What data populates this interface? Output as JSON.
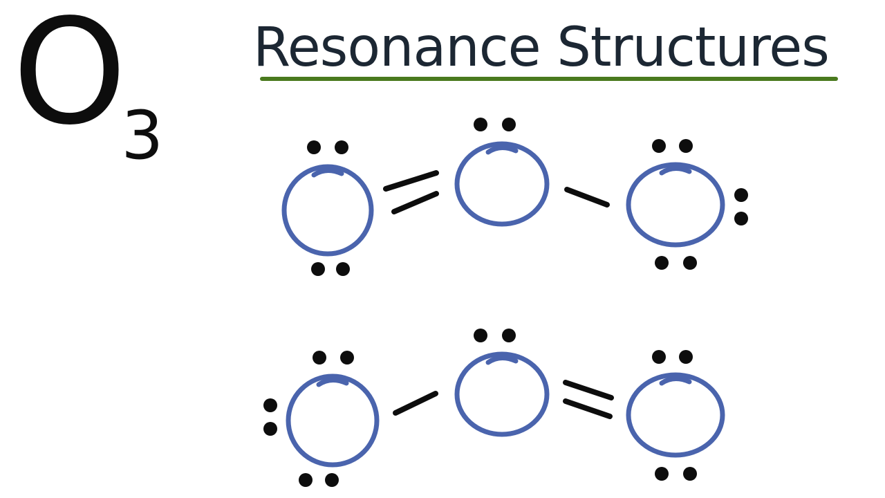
{
  "formula": {
    "symbol": "O",
    "subscript": "3"
  },
  "title": "Resonance Structures",
  "colors": {
    "atom_outline": "#4a64ad",
    "ink": "#0d0d0d",
    "title_text": "#1c2733",
    "underline": "#4a7a1e"
  },
  "structures": [
    {
      "atoms": [
        {
          "symbol": "O",
          "lone_pairs": 2
        },
        {
          "symbol": "O",
          "lone_pairs": 1
        },
        {
          "symbol": "O",
          "lone_pairs": 3
        }
      ],
      "bonds": [
        {
          "from": 0,
          "to": 1,
          "order": 2
        },
        {
          "from": 1,
          "to": 2,
          "order": 1
        }
      ]
    },
    {
      "atoms": [
        {
          "symbol": "O",
          "lone_pairs": 3
        },
        {
          "symbol": "O",
          "lone_pairs": 1
        },
        {
          "symbol": "O",
          "lone_pairs": 2
        }
      ],
      "bonds": [
        {
          "from": 0,
          "to": 1,
          "order": 1
        },
        {
          "from": 1,
          "to": 2,
          "order": 2
        }
      ]
    }
  ]
}
